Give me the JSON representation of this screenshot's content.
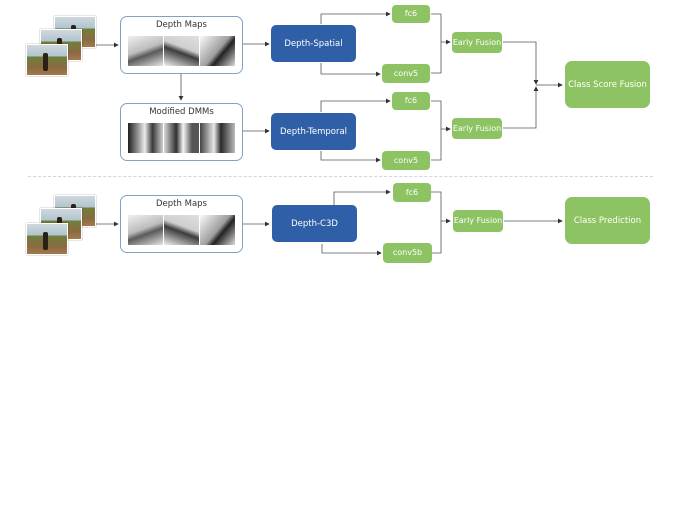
{
  "rows": {
    "top": {
      "depth_maps_label": "Depth Maps",
      "dmm_label": "Modified DMMs",
      "spatial_net": "Depth-Spatial",
      "temporal_net": "Depth-Temporal",
      "spatial_fc6": "fc6",
      "spatial_conv5": "conv5",
      "temporal_fc6": "fc6",
      "temporal_conv5": "conv5",
      "spatial_fusion": "Early Fusion",
      "temporal_fusion": "Early Fusion",
      "final": "Class Score Fusion"
    },
    "bottom": {
      "depth_maps_label": "Depth Maps",
      "net": "Depth-C3D",
      "fc6": "fc6",
      "conv5b": "conv5b",
      "fusion": "Early Fusion",
      "final": "Class Prediction"
    }
  },
  "colors": {
    "network": "#2f60a7",
    "feature": "#8ec363",
    "outline": "#7fa2c9"
  },
  "icons": [
    "rgb-video-frames",
    "depth-map-thumbnails",
    "dmm-thumbnails"
  ]
}
